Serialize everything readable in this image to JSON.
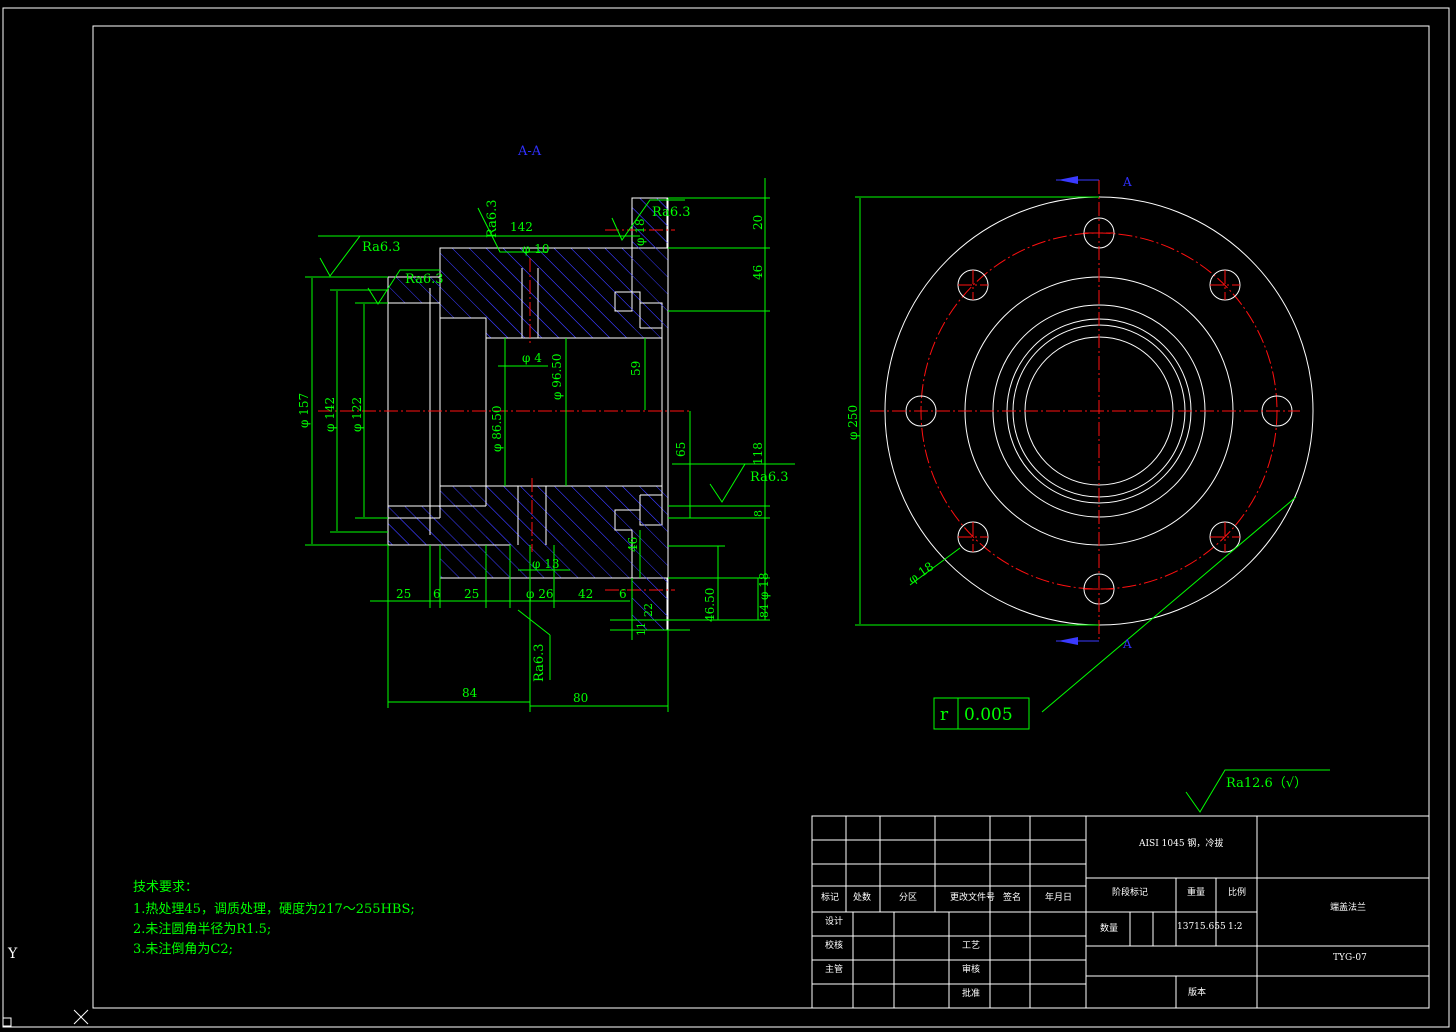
{
  "section_label": "A-A",
  "view_marks": {
    "top": "A",
    "bottom": "A"
  },
  "roughness": {
    "r1": "Ra6.3",
    "r2": "Ra6.3",
    "r3": "Ra6.3",
    "r4": "Ra6.3",
    "r5": "Ra6.3",
    "r6": "Ra6.3",
    "general": "Ra12.6（√）"
  },
  "dims": {
    "d142top": "142",
    "phi10": "φ 10",
    "phi18top": "φ 18",
    "d20": "20",
    "d46a": "46",
    "phi157": "φ 157",
    "phi142": "φ 142",
    "phi122": "φ 122",
    "phi4": "φ 4",
    "phi96_50": "φ 96.50",
    "phi86_50": "φ 86.50",
    "d59": "59",
    "d65": "65",
    "d118": "118",
    "d8": "8",
    "phi13": "φ 13",
    "d46b": "46",
    "phi18b": "φ 18",
    "d84r": "84",
    "d46_50": "46.50",
    "d25a": "25",
    "d6a": "6",
    "d25b": "25",
    "phi26": "φ 26",
    "d42": "42",
    "d6b": "6",
    "d22": "22",
    "d11": "11",
    "d84": "84",
    "d80": "80",
    "phi250": "φ 250",
    "phi18side": "φ 18"
  },
  "flatness": {
    "symbol": "r",
    "value": "0.005"
  },
  "notes": {
    "title": "技术要求：",
    "line1": "1.热处理45，调质处理，硬度为217～255HBS;",
    "line2": "2.未注圆角半径为R1.5;",
    "line3": "3.未注倒角为C2;"
  },
  "title_block": {
    "material": "AISI 1045 钢，冷拔",
    "h_mark": "标记",
    "h_count": "处数",
    "h_zone": "分区",
    "h_docno": "更改文件号",
    "h_sign": "签名",
    "h_date": "年月日",
    "stage": "阶段标记",
    "weight_label": "重量",
    "scale_label": "比例",
    "r_design": "设计",
    "r_check": "校核",
    "r_main": "主管",
    "r_process": "工艺",
    "r_review": "审核",
    "r_approve": "批准",
    "qty_label": "数量",
    "weight": "13715.655",
    "scale": "1:2",
    "part_name": "端盖法兰",
    "drawing_no": "TYG-07",
    "version": "版本"
  },
  "ucs": {
    "y": "Y"
  }
}
